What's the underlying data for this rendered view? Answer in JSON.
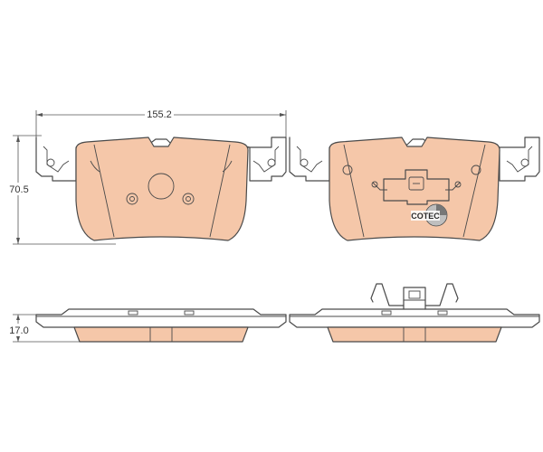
{
  "dimensions": {
    "width": "155.2",
    "height": "70.5",
    "thickness": "17.0"
  },
  "logo": {
    "text": "COTEC"
  },
  "colors": {
    "friction_material": "#f5c7a9",
    "outline": "#4a4a4a",
    "background": "#ffffff"
  }
}
